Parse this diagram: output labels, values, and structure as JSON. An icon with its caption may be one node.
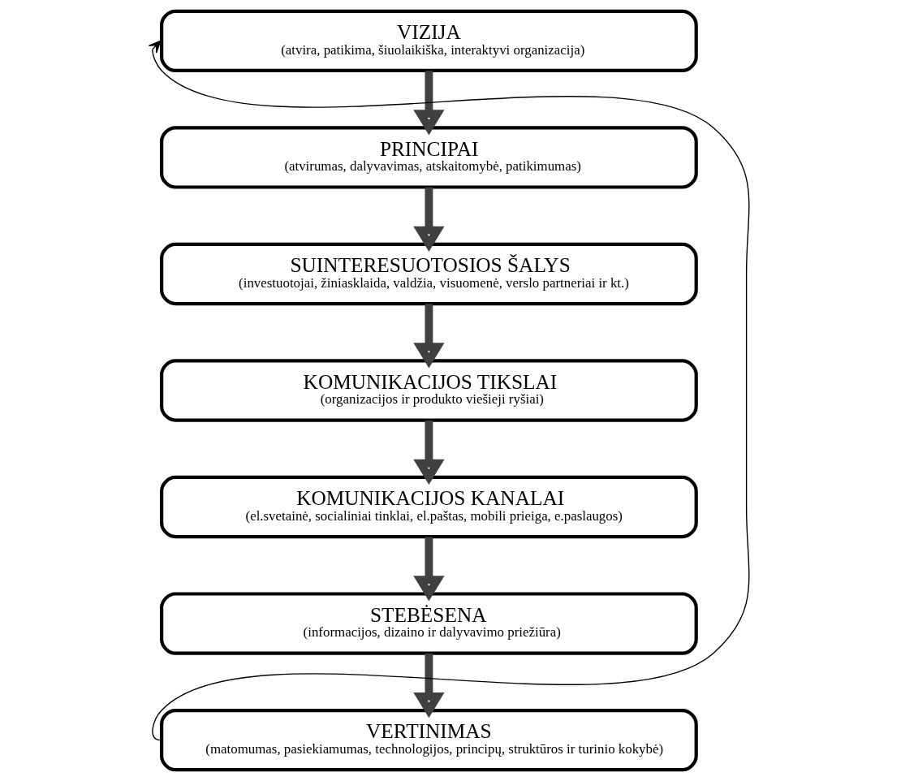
{
  "diagram": {
    "nodes": [
      {
        "text": [
          "VIZIJA",
          "(atvira, patikima, šiuolaikiška, interaktyvi organizacija)"
        ]
      },
      {
        "text": [
          "PRINCIPAI",
          "(atvirumas, dalyvavimas, atskaitomybė, patikimumas)"
        ]
      },
      {
        "text": [
          "SUINTERESUOTOSIOS ŠALYS",
          "(investuotojai, žiniasklaida, valdžia, visuomenė, verslo partneriai ir kt.)"
        ]
      },
      {
        "text": [
          "KOMUNIKACIJOS TIKSLAI",
          "(organizacijos ir produkto viešieji ryšiai)"
        ]
      },
      {
        "text": [
          "KOMUNIKACIJOS KANALAI",
          "(el.svetainė, socialiniai tinklai, el.paštas, mobili prieiga, e.paslaugos)"
        ]
      },
      {
        "text": [
          "STEBĖSENA",
          "(informacijos, dizaino ir dalyvavimo priežiūra)"
        ]
      },
      {
        "text": [
          "VERTINIMAS",
          "(matomumas, pasiekiamumas, technologijos, principų, struktūros ir turinio kokybė)"
        ]
      }
    ],
    "edges": [
      {
        "from": 0,
        "to": 1,
        "arrow": "to"
      },
      {
        "from": 1,
        "to": 2,
        "arrow": "to"
      },
      {
        "from": 2,
        "to": 3,
        "arrow": "to"
      },
      {
        "from": 3,
        "to": 4,
        "arrow": "to"
      },
      {
        "from": 4,
        "to": 5,
        "arrow": "to"
      },
      {
        "from": 5,
        "to": 6,
        "arrow": "to"
      },
      {
        "from": 6,
        "to": 0,
        "arrow": "to"
      }
    ]
  }
}
